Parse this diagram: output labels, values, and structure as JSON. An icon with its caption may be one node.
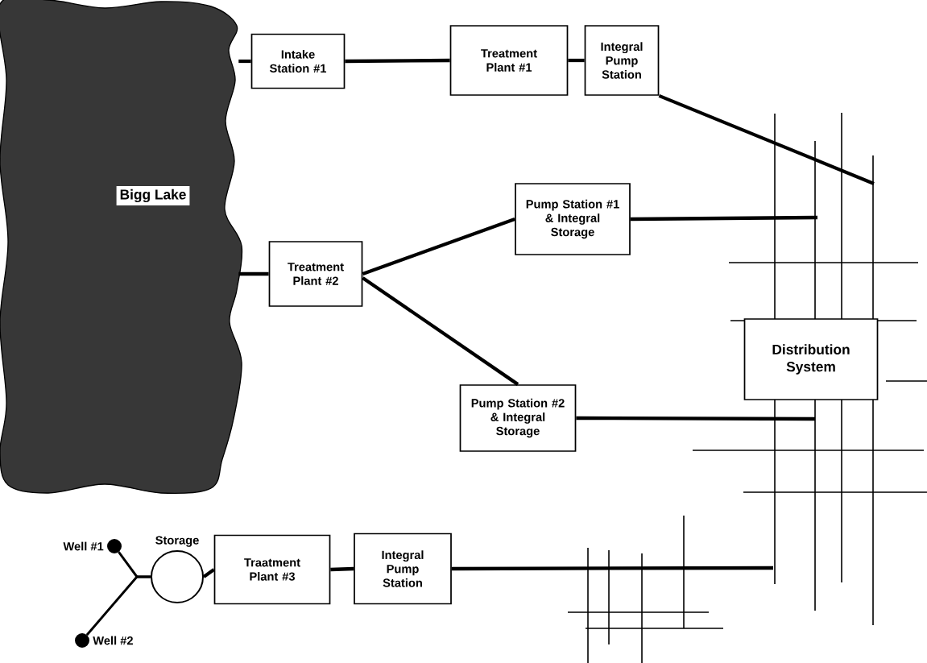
{
  "diagram": {
    "nodes": [
      {
        "text": [
          "Bigg Lake"
        ]
      },
      {
        "text": [
          "Intake Station #1"
        ]
      },
      {
        "text": [
          "Treatment Plant #1"
        ]
      },
      {
        "text": [
          "Integral Pump Station"
        ]
      },
      {
        "text": [
          "Treatment Plant #2"
        ]
      },
      {
        "text": [
          "Pump Station #1 & Integral Storage"
        ]
      },
      {
        "text": [
          "Pump Station #2 & Integral Storage"
        ]
      },
      {
        "text": [
          "Distribution System"
        ]
      },
      {
        "text": [
          "Well #1"
        ]
      },
      {
        "text": [
          "Well #2"
        ]
      },
      {
        "text": [
          "Storage"
        ]
      },
      {
        "text": [
          "Traatment Plant #3"
        ]
      },
      {
        "text": [
          "Integral Pump Station"
        ]
      }
    ],
    "edges": [
      {
        "from": 0,
        "to": 1,
        "arrow": "none"
      },
      {
        "from": 1,
        "to": 2,
        "arrow": "none"
      },
      {
        "from": 2,
        "to": 3,
        "arrow": "none"
      },
      {
        "from": 3,
        "to": 7,
        "arrow": "none"
      },
      {
        "from": 0,
        "to": 4,
        "arrow": "none"
      },
      {
        "from": 4,
        "to": 5,
        "arrow": "none"
      },
      {
        "from": 4,
        "to": 6,
        "arrow": "none"
      },
      {
        "from": 5,
        "to": 7,
        "arrow": "none"
      },
      {
        "from": 6,
        "to": 7,
        "arrow": "none"
      },
      {
        "from": 8,
        "to": 10,
        "arrow": "none"
      },
      {
        "from": 9,
        "to": 10,
        "arrow": "none"
      },
      {
        "from": 10,
        "to": 11,
        "arrow": "none"
      },
      {
        "from": 11,
        "to": 12,
        "arrow": "none"
      },
      {
        "from": 12,
        "to": 7,
        "arrow": "none"
      }
    ]
  }
}
